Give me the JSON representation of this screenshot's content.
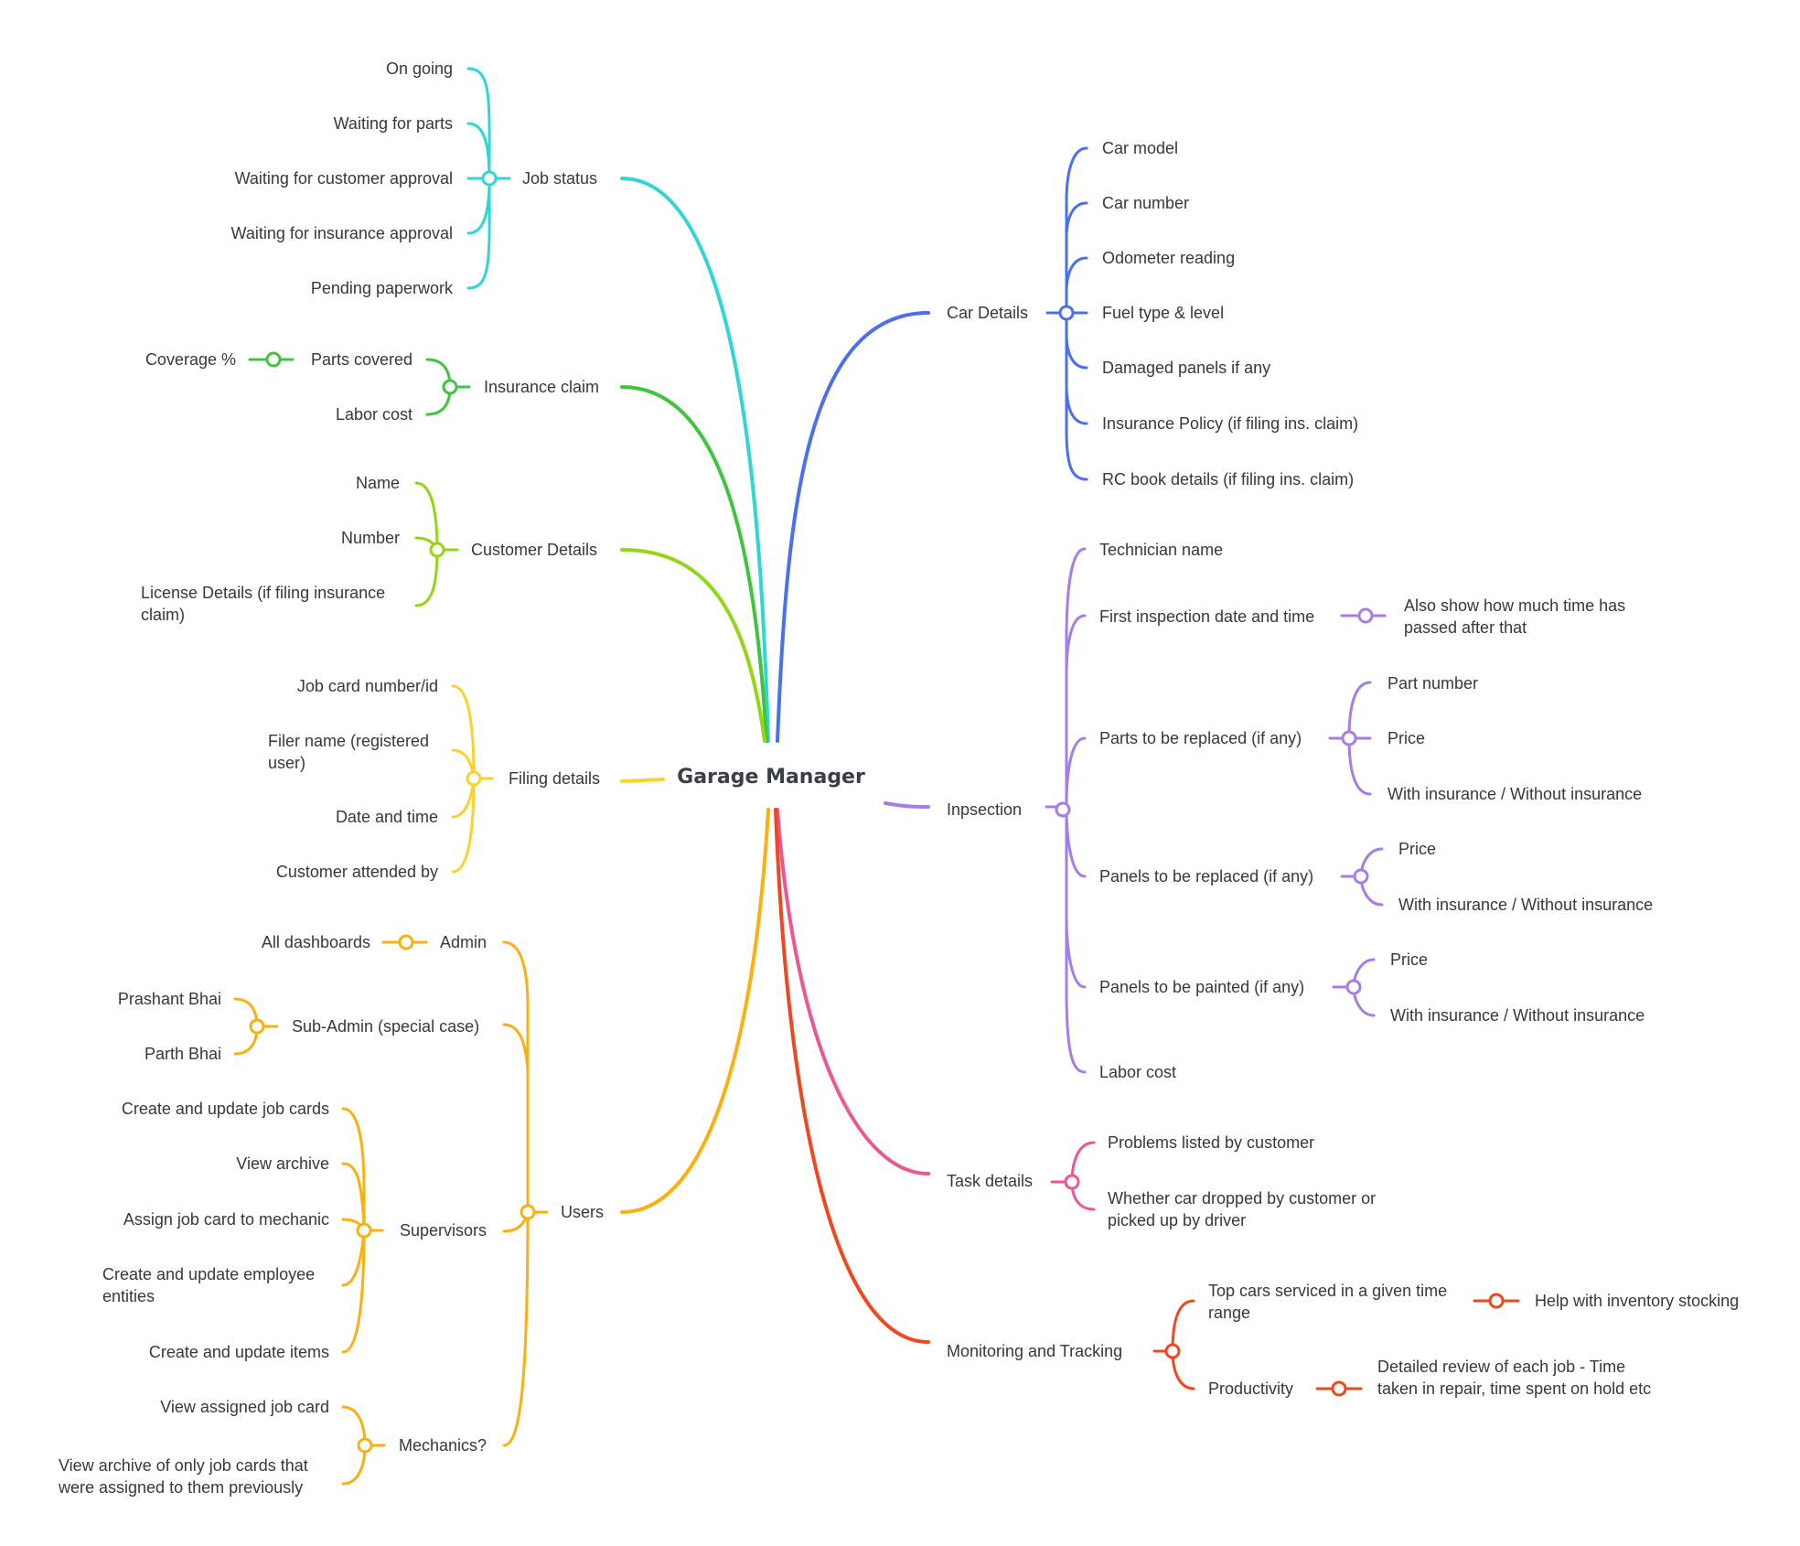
{
  "root": {
    "label": "Garage Manager"
  },
  "colors": {
    "job_status": "#2fd6d6",
    "insurance_claim": "#3fc43f",
    "customer_details": "#93d615",
    "filing_details": "#fcd22a",
    "users": "#fbb00f",
    "car_details": "#4a6ff0",
    "inspection": "#a57de8",
    "task_details": "#ee5691",
    "monitoring": "#f2461e"
  },
  "branches": {
    "job_status": {
      "label": "Job status",
      "children": [
        "On going",
        "Waiting for parts",
        "Waiting for customer approval",
        "Waiting for insurance approval",
        "Pending paperwork"
      ]
    },
    "insurance_claim": {
      "label": "Insurance claim",
      "parts_covered": {
        "label": "Parts covered",
        "child": "Coverage %"
      },
      "labor_cost": "Labor cost"
    },
    "customer_details": {
      "label": "Customer Details",
      "children": [
        "Name",
        "Number",
        "License Details (if filing insurance claim)"
      ]
    },
    "filing_details": {
      "label": "Filing details",
      "children": [
        "Job card number/id",
        "Filer name (registered user)",
        "Date and time",
        "Customer attended by"
      ]
    },
    "users": {
      "label": "Users",
      "admin": {
        "label": "Admin",
        "child": "All dashboards"
      },
      "sub_admin": {
        "label": "Sub-Admin (special case)",
        "children": [
          "Prashant Bhai",
          "Parth Bhai"
        ]
      },
      "supervisors": {
        "label": "Supervisors",
        "children": [
          "Create and update job cards",
          "View archive",
          "Assign job card to mechanic",
          "Create and update employee entities",
          "Create and update items"
        ]
      },
      "mechanics": {
        "label": "Mechanics?",
        "children": [
          "View assigned job card",
          "View archive of only job cards that were assigned to them previously"
        ]
      }
    },
    "car_details": {
      "label": "Car Details",
      "children": [
        "Car model",
        "Car number",
        "Odometer reading",
        "Fuel type & level",
        "Damaged panels if any",
        "Insurance Policy (if filing ins. claim)",
        "RC book details (if filing ins. claim)"
      ]
    },
    "inspection": {
      "label": "Inpsection",
      "technician": "Technician name",
      "first_inspection": {
        "label": "First inspection date and time",
        "child": "Also show how much time has passed after that"
      },
      "parts_replaced": {
        "label": "Parts to be replaced (if any)",
        "children": [
          "Part number",
          "Price",
          "With insurance / Without insurance"
        ]
      },
      "panels_replaced": {
        "label": "Panels to be replaced (if any)",
        "children": [
          "Price",
          "With insurance / Without insurance"
        ]
      },
      "panels_painted": {
        "label": "Panels to be painted (if any)",
        "children": [
          "Price",
          "With insurance / Without insurance"
        ]
      },
      "labor_cost": "Labor cost"
    },
    "task_details": {
      "label": "Task details",
      "children": [
        "Problems listed by customer",
        "Whether car dropped by customer or picked up by driver"
      ]
    },
    "monitoring": {
      "label": "Monitoring and Tracking",
      "top_cars": {
        "label": "Top cars serviced in a given time range",
        "child": "Help with inventory stocking"
      },
      "productivity": {
        "label": "Productivity",
        "child": "Detailed review of each job - Time taken in repair, time spent on hold etc"
      }
    }
  }
}
